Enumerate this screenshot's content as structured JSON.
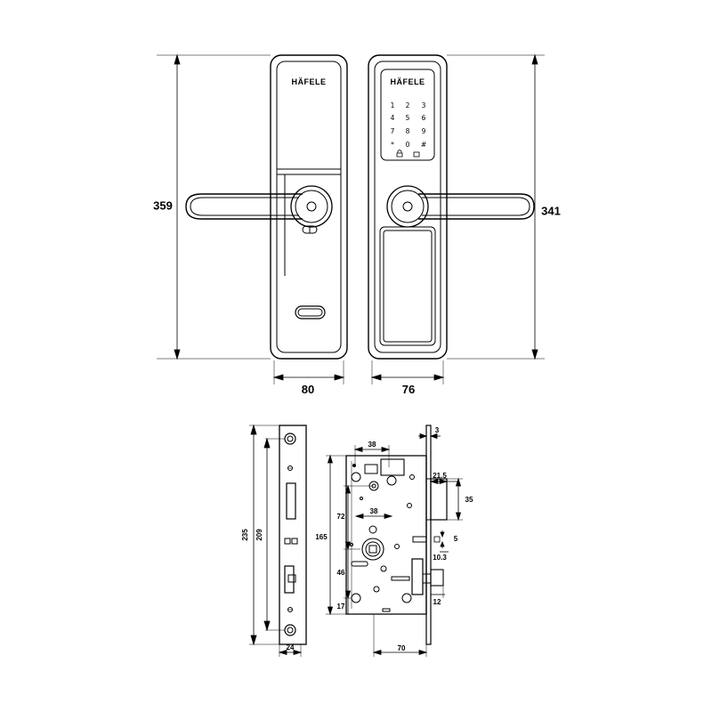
{
  "brand": "HÄFELE",
  "keypad": {
    "keys": [
      "1",
      "2",
      "3",
      "4",
      "5",
      "6",
      "7",
      "8",
      "9",
      "*",
      "0",
      "#"
    ]
  },
  "dimensions": {
    "left_height": "359",
    "right_height": "341",
    "left_width": "80",
    "right_width": "76",
    "faceplate_height": "235",
    "faceplate_hole_spacing": "209",
    "faceplate_width": "24",
    "backset_top": "38",
    "faceplate_thickness": "3",
    "latch_depth": "21.5",
    "latch_height": "35",
    "body_height": "165",
    "handle_to_cylinder": "72",
    "backset_mid": "38",
    "bolt_offset": "5",
    "bolt_depth": "10.3",
    "cylinder_offset": "46",
    "bottom_offset": "17",
    "deadbolt": "12",
    "backset_bottom": "70"
  },
  "colors": {
    "line": "#000000",
    "background": "#ffffff"
  }
}
